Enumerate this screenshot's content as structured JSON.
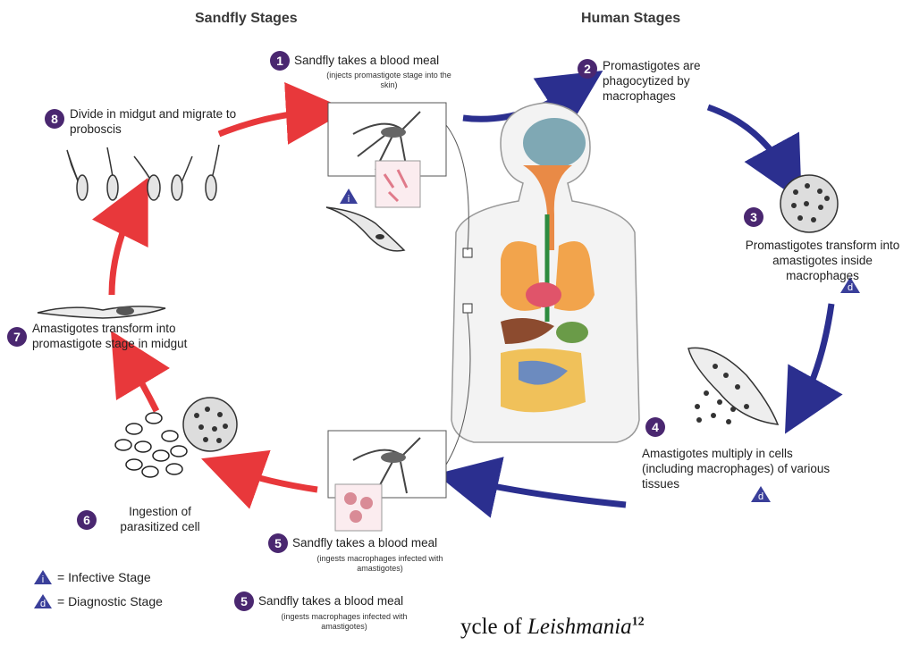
{
  "headers": {
    "sandfly": "Sandfly Stages",
    "human": "Human Stages"
  },
  "steps": [
    {
      "num": "1",
      "text": "Sandfly takes a blood meal",
      "sub": "(injects promastigote stage into the skin)"
    },
    {
      "num": "2",
      "text": "Promastigotes are phagocytized by macrophages"
    },
    {
      "num": "3",
      "text": "Promastigotes transform into amastigotes inside macrophages"
    },
    {
      "num": "4",
      "text": "Amastigotes multiply in cells (including macrophages) of various tissues"
    },
    {
      "num": "5",
      "text": "Sandfly takes a blood meal",
      "sub": "(ingests macrophages infected with amastigotes)"
    },
    {
      "num": "6",
      "text": "Ingestion of parasitized cell"
    },
    {
      "num": "7",
      "text": "Amastigotes transform into promastigote stage in midgut"
    },
    {
      "num": "8",
      "text": "Divide in midgut and migrate to proboscis"
    }
  ],
  "duplicate_step": {
    "num": "5",
    "text": "Sandfly takes a blood meal",
    "sub": "(ingests macrophages infected with amastigotes)"
  },
  "legend": {
    "infective": {
      "symbol": "i",
      "label": "= Infective Stage"
    },
    "diagnostic": {
      "symbol": "d",
      "label": "= Diagnostic Stage"
    }
  },
  "caption": {
    "visible_part": "ycle of ",
    "italic": "Leishmania",
    "superscript": "12"
  },
  "colors": {
    "sandfly_arrow": "#e8383b",
    "human_arrow": "#2b2f8f",
    "step_badge": "#4a2770",
    "triangle": "#3a3f9a"
  }
}
